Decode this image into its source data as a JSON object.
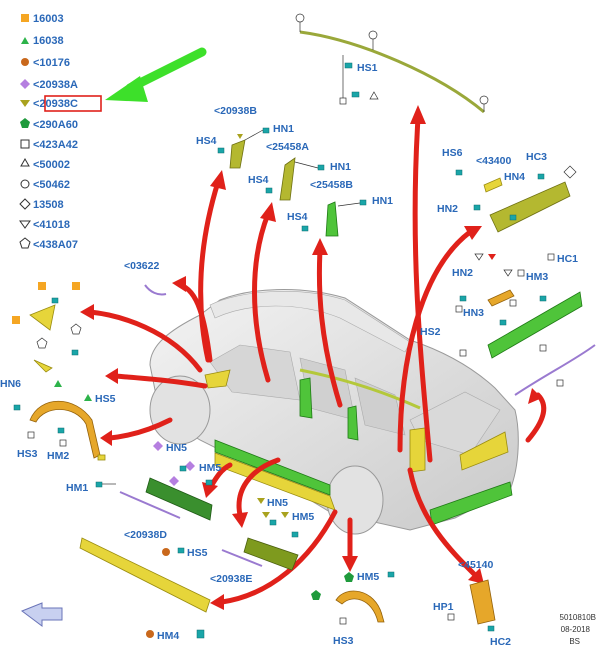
{
  "legend": [
    {
      "symbol": "filled-square-icon",
      "color": "#f5a623",
      "label": "16003"
    },
    {
      "symbol": "filled-triangle-icon",
      "color": "#2db34a",
      "label": "16038"
    },
    {
      "symbol": "filled-circle-icon",
      "color": "#c9681c",
      "label": "<10176"
    },
    {
      "symbol": "filled-diamond-icon",
      "color": "#b57fe0",
      "label": "<20938A"
    },
    {
      "symbol": "filled-down-triangle-icon",
      "color": "#a9a21e",
      "label": "<20938C"
    },
    {
      "symbol": "filled-pentagon-icon",
      "color": "#1f9a3c",
      "label": "<290A60"
    },
    {
      "symbol": "open-square-icon",
      "color": "#333333",
      "label": "<423A42"
    },
    {
      "symbol": "open-triangle-icon",
      "color": "#333333",
      "label": "<50002"
    },
    {
      "symbol": "open-circle-icon",
      "color": "#333333",
      "label": "<50462"
    },
    {
      "symbol": "open-diamond-icon",
      "color": "#333333",
      "label": "13508"
    },
    {
      "symbol": "open-down-triangle-icon",
      "color": "#333333",
      "label": "<41018"
    },
    {
      "symbol": "open-pentagon-icon",
      "color": "#333333",
      "label": "<438A07"
    }
  ],
  "colors": {
    "label_blue": "#2a68b8",
    "arrow_red": "#e0211a",
    "highlight_green": "#3de02a",
    "highlight_box": "#e0211a"
  },
  "labels": {
    "hs1": "HS1",
    "hs4a": "HS4",
    "hn1a": "HN1",
    "p20938b": "<20938B",
    "hs4b": "HS4",
    "hn1b": "HN1",
    "p25458a": "<25458A",
    "hs4c": "HS4",
    "hn1c": "HN1",
    "p25458b": "<25458B",
    "hs6": "HS6",
    "p43400": "<43400",
    "hc3": "HC3",
    "hn4": "HN4",
    "hn2a": "HN2",
    "hc1": "HC1",
    "hn2b": "HN2",
    "hm3": "HM3",
    "hn3": "HN3",
    "hs2": "HS2",
    "p03622": "<03622",
    "hn6": "HN6",
    "hs5a": "HS5",
    "hs3a": "HS3",
    "hm2": "HM2",
    "hm1": "HM1",
    "hn5a": "HN5",
    "hm5a": "HM5",
    "p20938d": "<20938D",
    "hn5b": "HN5",
    "hm5b": "HM5",
    "p20938e": "<20938E",
    "hs5b": "HS5",
    "hm4": "HM4",
    "hm5c": "HM5",
    "hs3b": "HS3",
    "p45140": "<45140",
    "hp1": "HP1",
    "hc2": "HC2"
  },
  "footer": {
    "code": "5010810B",
    "date": "08-2018",
    "tag": "BS"
  }
}
